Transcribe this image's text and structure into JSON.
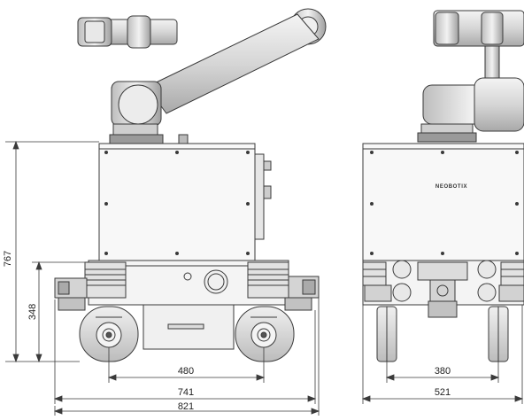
{
  "dimensions": {
    "side_height_total": "767",
    "side_height_base": "348",
    "side_wheelbase": "480",
    "side_length_body": "741",
    "side_length_total": "821",
    "front_track": "380",
    "front_width": "521"
  },
  "front_label": "NEOBOTIX",
  "colors": {
    "line": "#3a3a3a",
    "metal_light": "#d9d9d9",
    "metal_mid": "#b8b8b8",
    "dark": "#555555"
  }
}
